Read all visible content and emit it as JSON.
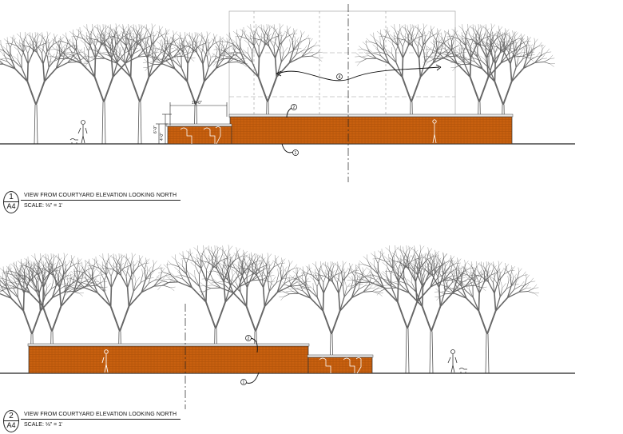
{
  "elevations": [
    {
      "number": "1",
      "sheet": "A4",
      "title": "VIEW FROM COURTYARD ELEVATION LOOKING NORTH",
      "scale": "SCALE: ⅛\" = 1'",
      "callouts": [
        "1",
        "2",
        "4"
      ],
      "dimensions": [
        "10'-0\"",
        "6'-0\"",
        "4'-0\""
      ]
    },
    {
      "number": "2",
      "sheet": "A4",
      "title": "VIEW FROM COURTYARD ELEVATION LOOKING NORTH",
      "scale": "SCALE: ⅛\" = 1'",
      "callouts": [
        "1",
        "2"
      ]
    }
  ],
  "colors": {
    "wall_fill": "#c8600f",
    "wall_hatch": "#a34a08",
    "line": "#222222",
    "tree": "#555555"
  }
}
